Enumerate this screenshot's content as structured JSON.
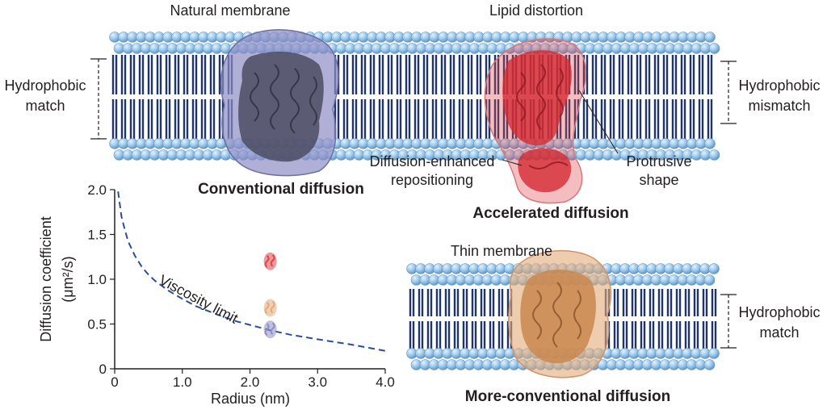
{
  "top_membrane": {
    "left_label": "Natural membrane",
    "right_label": "Lipid distortion",
    "left_side_label_line1": "Hydrophobic",
    "left_side_label_line2": "match",
    "right_side_label_line1": "Hydrophobic",
    "right_side_label_line2": "mismatch",
    "left_protein_caption": "Conventional diffusion",
    "right_protein_caption": "Accelerated diffusion",
    "repositioning_line1": "Diffusion-enhanced",
    "repositioning_line2": "repositioning",
    "protrusive_line1": "Protrusive",
    "protrusive_line2": "shape"
  },
  "thin_membrane": {
    "title": "Thin membrane",
    "side_label_line1": "Hydrophobic",
    "side_label_line2": "match",
    "caption": "More-conventional diffusion"
  },
  "colors": {
    "head": "#9cc8ea",
    "tail": "#1f3566",
    "conventional_protein": "#8e8ec4",
    "accelerated_protein": "#e0444a",
    "thin_protein": "#e3aa78",
    "curve": "#2a4d9c"
  },
  "chart_data": {
    "type": "line",
    "xlabel": "Radius (nm)",
    "ylabel_line1": "Diffusion coefficient",
    "ylabel_line2": "(μm²/s)",
    "xlim": [
      0,
      4.0
    ],
    "ylim": [
      0,
      2.0
    ],
    "x_ticks": [
      "0",
      "1.0",
      "2.0",
      "3.0",
      "4.0"
    ],
    "y_ticks": [
      "0",
      "0.5",
      "1.0",
      "1.5",
      "2.0"
    ],
    "curve_label": "Viscosity limit",
    "curve": {
      "x": [
        0.05,
        0.1,
        0.15,
        0.2,
        0.3,
        0.4,
        0.5,
        0.6,
        0.8,
        1.0,
        1.2,
        1.5,
        1.8,
        2.0,
        2.3,
        2.6,
        3.0,
        3.5,
        4.0
      ],
      "y": [
        1.98,
        1.7,
        1.55,
        1.42,
        1.26,
        1.14,
        1.05,
        0.98,
        0.87,
        0.78,
        0.7,
        0.61,
        0.53,
        0.49,
        0.43,
        0.38,
        0.33,
        0.27,
        0.2
      ]
    },
    "points": [
      {
        "x": 2.3,
        "y": 1.2
      },
      {
        "x": 2.3,
        "y": 0.68
      },
      {
        "x": 2.3,
        "y": 0.44
      }
    ]
  }
}
